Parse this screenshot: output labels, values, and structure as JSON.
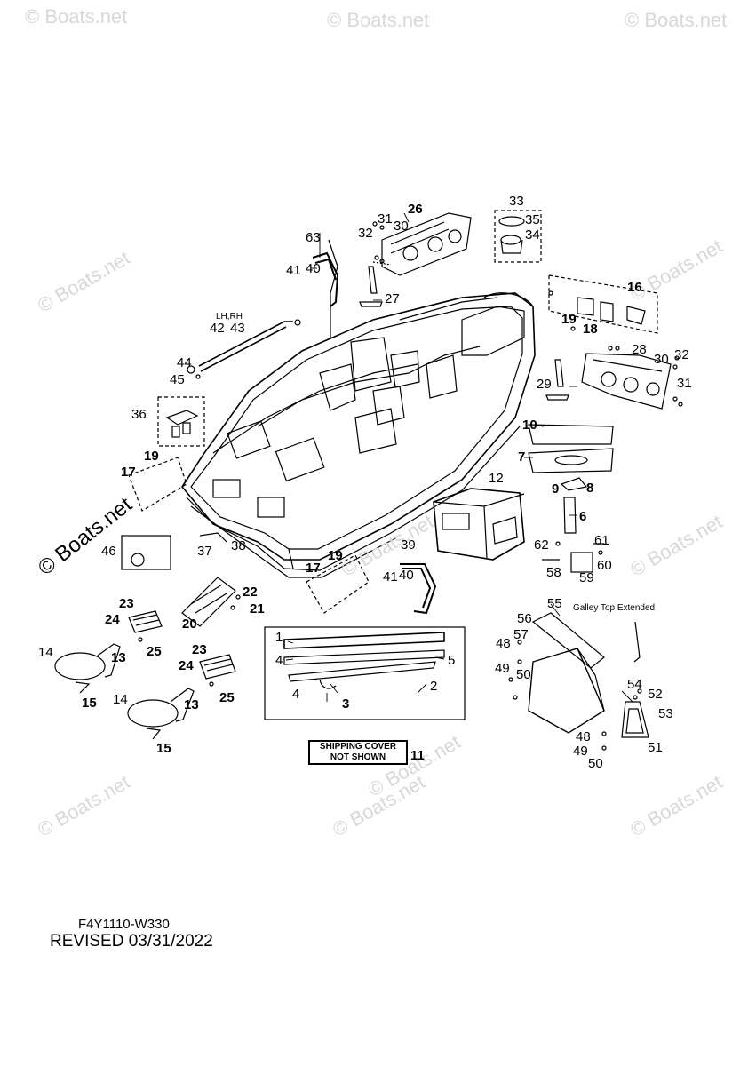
{
  "watermark": "© Boats.net",
  "part_numbers": {
    "p1": "1",
    "p2": "2",
    "p3": "3",
    "p4a": "4",
    "p4b": "4",
    "p5": "5",
    "p6": "6",
    "p7": "7",
    "p8": "8",
    "p9": "9",
    "p10": "10",
    "p11": "11",
    "p12": "12",
    "p13a": "13",
    "p13b": "13",
    "p14a": "14",
    "p14b": "14",
    "p15a": "15",
    "p15b": "15",
    "p16": "16",
    "p17a": "17",
    "p17b": "17",
    "p18": "18",
    "p19a": "19",
    "p19b": "19",
    "p19c": "19",
    "p20": "20",
    "p21": "21",
    "p22": "22",
    "p23a": "23",
    "p23b": "23",
    "p24a": "24",
    "p24b": "24",
    "p25a": "25",
    "p25b": "25",
    "p26": "26",
    "p27": "27",
    "p28": "28",
    "p29": "29",
    "p30a": "30",
    "p30b": "30",
    "p31a": "31",
    "p31b": "31",
    "p32a": "32",
    "p32b": "32",
    "p33": "33",
    "p34": "34",
    "p35": "35",
    "p36": "36",
    "p37": "37",
    "p38": "38",
    "p39": "39",
    "p40a": "40",
    "p40b": "40",
    "p41a": "41",
    "p41b": "41",
    "p42": "42",
    "p43": "43",
    "p44": "44",
    "p45": "45",
    "p46": "46",
    "p48a": "48",
    "p48b": "48",
    "p49a": "49",
    "p49b": "49",
    "p50a": "50",
    "p50b": "50",
    "p51": "51",
    "p52": "52",
    "p53": "53",
    "p54": "54",
    "p55": "55",
    "p56": "56",
    "p57": "57",
    "p58": "58",
    "p59": "59",
    "p60": "60",
    "p61": "61",
    "p62": "62",
    "p63": "63"
  },
  "notes": {
    "lh_rh": "LH,RH",
    "galley_top": "Galley Top Extended",
    "shipping_cover_line1": "SHIPPING COVER",
    "shipping_cover_line2": "NOT SHOWN"
  },
  "footer": {
    "code": "F4Y1110-W330",
    "revised": "REVISED 03/31/2022"
  }
}
